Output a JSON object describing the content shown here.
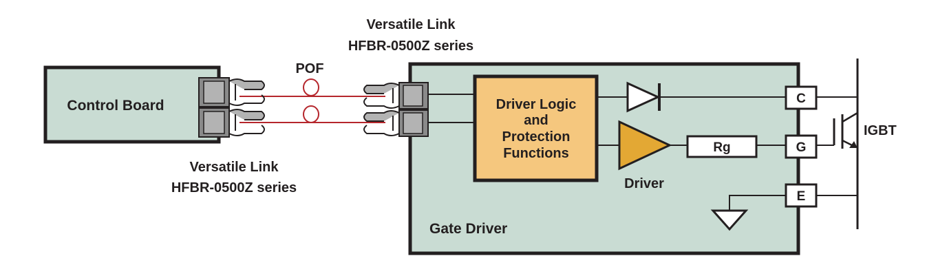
{
  "labels": {
    "control_board": "Control Board",
    "versatile_link_top_line1": "Versatile Link",
    "versatile_link_top_line2": "HFBR-0500Z series",
    "versatile_link_bottom_line1": "Versatile Link",
    "versatile_link_bottom_line2": "HFBR-0500Z series",
    "pof": "POF",
    "driver_logic_line1": "Driver Logic",
    "driver_logic_line2": "and",
    "driver_logic_line3": "Protection",
    "driver_logic_line4": "Functions",
    "driver": "Driver",
    "rg": "Rg",
    "gate_driver": "Gate Driver",
    "pin_c": "C",
    "pin_g": "G",
    "pin_e": "E",
    "igbt": "IGBT"
  },
  "colors": {
    "block_fill": "#c9dcd3",
    "logic_fill": "#f5c77e",
    "driver_fill": "#e3a834",
    "fiber": "#b5262c",
    "connector": "#7c7c7c",
    "stroke": "#231f20"
  },
  "icons": [
    "diode-icon",
    "amplifier-triangle-icon",
    "ground-icon",
    "igbt-transistor-icon",
    "fiber-loop-icon",
    "connector-icon"
  ]
}
